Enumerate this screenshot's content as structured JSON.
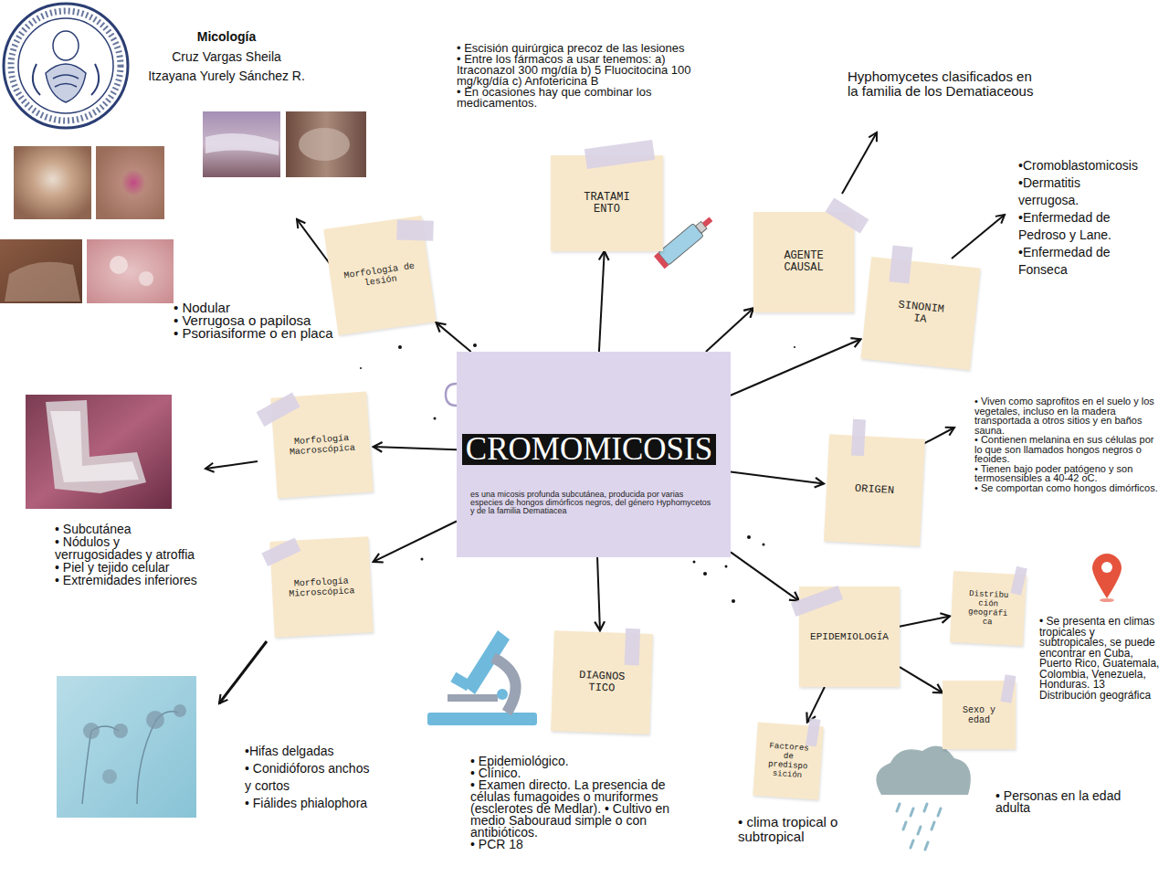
{
  "diagram": {
    "title": "Micología",
    "nodes": [
      {
        "text": [
          "CROMOMICOSIS",
          "es una micosis profunda subcutánea, producida por varias especies de hongos dimórficos negros, del género Hyphomycetos y de la familia Dematiacea"
        ]
      },
      {
        "text": [
          "TRATAMI ENTO"
        ]
      },
      {
        "text": [
          "Morfología de lesión"
        ]
      },
      {
        "text": [
          "AGENTE CAUSAL"
        ]
      },
      {
        "text": [
          "SINONIM IA"
        ]
      },
      {
        "text": [
          "Morfología Macroscópica"
        ]
      },
      {
        "text": [
          "ORIGEN"
        ]
      },
      {
        "text": [
          "Morfología Microscópica"
        ]
      },
      {
        "text": [
          "DIAGNOS TICO"
        ]
      },
      {
        "text": [
          "EPIDEMIOLOGÍA"
        ]
      },
      {
        "text": [
          "Distribu ción geográfi ca"
        ]
      },
      {
        "text": [
          "Sexo y edad"
        ]
      },
      {
        "text": [
          "Factores de predispo sición"
        ]
      }
    ],
    "edges": [
      {
        "from": 0,
        "to": 1,
        "arrow": "to"
      },
      {
        "from": 0,
        "to": 2,
        "arrow": "to"
      },
      {
        "from": 0,
        "to": 3,
        "arrow": "to"
      },
      {
        "from": 0,
        "to": 4,
        "arrow": "to"
      },
      {
        "from": 0,
        "to": 5,
        "arrow": "to"
      },
      {
        "from": 0,
        "to": 6,
        "arrow": "to"
      },
      {
        "from": 0,
        "to": 7,
        "arrow": "to"
      },
      {
        "from": 0,
        "to": 8,
        "arrow": "to"
      },
      {
        "from": 0,
        "to": 9,
        "arrow": "to"
      },
      {
        "from": 9,
        "to": 10,
        "arrow": "to"
      },
      {
        "from": 9,
        "to": 11,
        "arrow": "to"
      },
      {
        "from": 9,
        "to": 12,
        "arrow": "to"
      }
    ],
    "labels": [
      "Cruz Vargas Sheila",
      "Itzayana Yurely Sánchez R.",
      "• Escisión quirúrgica precoz de las lesiones",
      "• Entre los fármacos a usar tenemos: a) Itraconazol 300 mg/día b) 5 Fluocitocina 100 mg/kg/día c) Anfotericina B",
      "• En ocasiones hay que combinar los medicamentos.",
      "Hyphomycetes clasificados en la familia de los Dematiaceous",
      "•Cromoblastomicosis",
      "•Dermatitis verrugosa.",
      "•Enfermedad de Pedroso y Lane.",
      "•Enfermedad de Fonseca",
      "• Viven como saprofitos en el suelo y los vegetales, incluso en la madera transportada a otros sitios y en baños sauna.",
      "• Contienen melanina en sus células por lo que son llamados hongos negros o feoides.",
      "• Tienen bajo poder patógeno y son termosensibles a 40-42 oC.",
      "• Se comportan como hongos dimórficos.",
      "• Se presenta en climas tropicales y subtropicales, se puede encontrar en Cuba, Puerto Rico, Guatemala, Colombia, Venezuela, Honduras. 13 Distribución geográfica",
      "• Personas en la edad adulta",
      "• clima tropical o subtropical",
      "• Epidemiológico.",
      "• Clínico.",
      "• Examen directo. La presencia de células fumagoides o muriformes (esclerotes de Medlar). • Cultivo en medio Sabouraud simple o con antibióticos.",
      "• PCR 18",
      "•Hifas delgadas",
      "• Conidióforos anchos y cortos",
      "• Fiálides phialophora",
      "• Subcutánea",
      "• Nódulos y verrugosidades y atroffia",
      "• Piel y tejido celular",
      "• Extremidades inferiores",
      "• Nodular",
      "• Verrugosa o papilosa",
      "• Psoriasiforme o en placa"
    ]
  }
}
